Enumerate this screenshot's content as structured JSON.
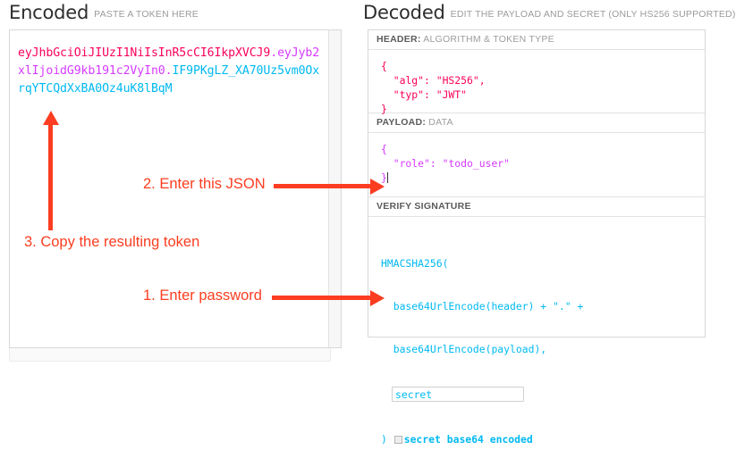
{
  "encoded": {
    "title": "Encoded",
    "subtitle": "PASTE A TOKEN HERE",
    "token": {
      "header_segment": "eyJhbGciOiJIUzI1NiIsInR5cCI6IkpXVCJ9",
      "separator": ".",
      "payload_segment": "eyJyb2xlIjoidG9kb191c2VyIn0",
      "signature_segment": "IF9PKgLZ_XA70Uz5vm0OxrqYTCQdXxBA0Oz4uK8lBqM",
      "full": "eyJhbGciOiJIUzI1NiIsInR5cCI6IkpXVCJ9.eyJyb2xlIjoidG9kb191c2VyIn0.IF9PKgLZ_XA70Uz5vm0OxrqYTCQdXxBA0Oz4uK8lBqM"
    },
    "colors": {
      "header": "#fb015b",
      "payload": "#d63aff",
      "signature": "#00b9f1"
    }
  },
  "decoded": {
    "title": "Decoded",
    "subtitle": "EDIT THE PAYLOAD AND SECRET (ONLY HS256 SUPPORTED)",
    "sections": {
      "header": {
        "label_strong": "HEADER:",
        "label_rest": "ALGORITHM & TOKEN TYPE",
        "content": "{\n  \"alg\": \"HS256\",\n  \"typ\": \"JWT\"\n}"
      },
      "payload": {
        "label_strong": "PAYLOAD:",
        "label_rest": "DATA",
        "content": "{\n  \"role\": \"todo_user\"\n}"
      },
      "signature": {
        "label_strong": "VERIFY SIGNATURE",
        "label_rest": "",
        "line1": "HMACSHA256(",
        "line2": "  base64UrlEncode(header) + \".\" +",
        "line3": "  base64UrlEncode(payload),",
        "secret_value": "secret",
        "secret_placeholder": "secret",
        "close_paren": ") ",
        "base64_checkbox_label": "secret base64 encoded",
        "base64_checked": false
      }
    }
  },
  "annotations": {
    "color": "#fc3d21",
    "step1": "1. Enter password",
    "step2": "2. Enter this JSON",
    "step3": "3. Copy the resulting token"
  }
}
